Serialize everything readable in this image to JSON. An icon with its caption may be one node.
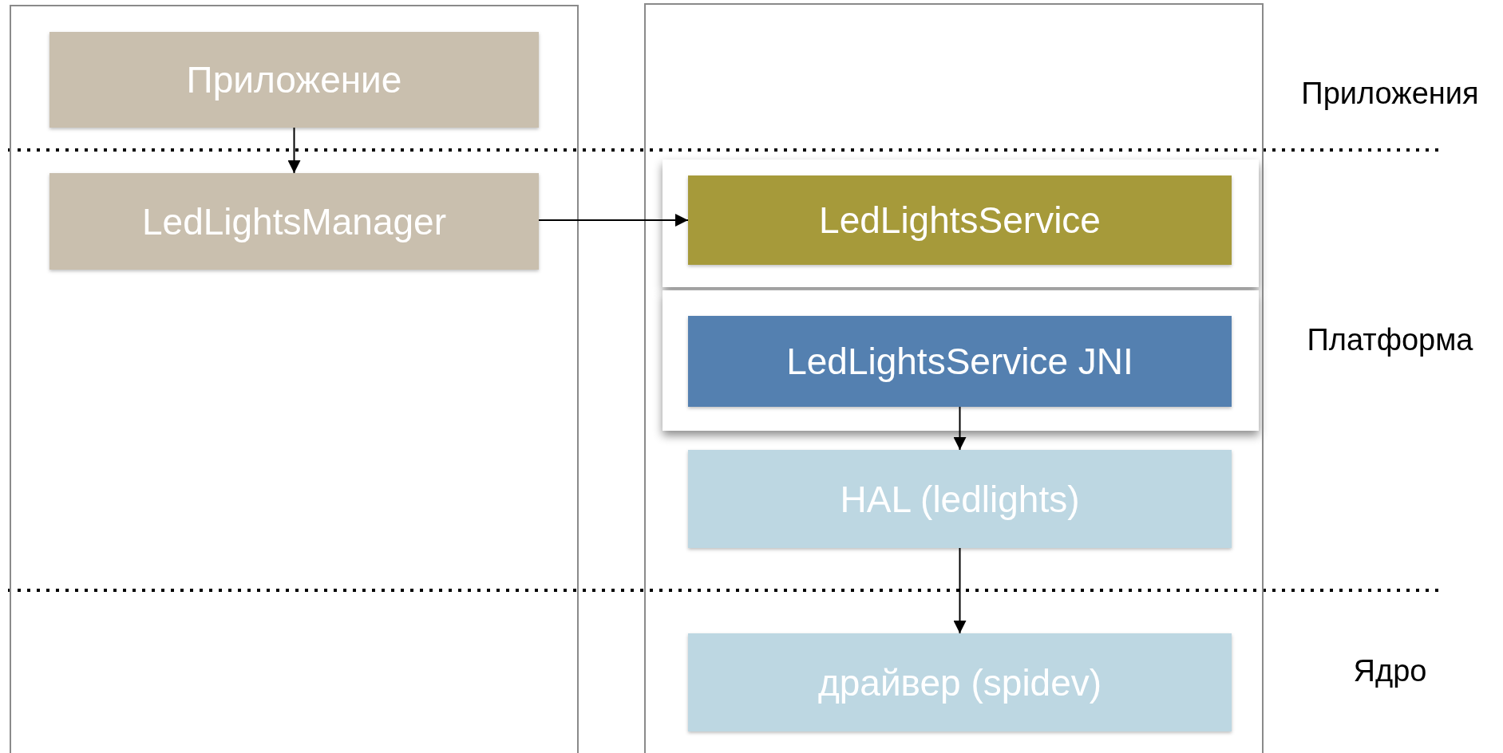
{
  "diagram": {
    "nodes": [
      {
        "text": [],
        "shape": "box"
      },
      {
        "text": [],
        "shape": "box"
      },
      {
        "text": [
          "Приложение"
        ],
        "in": 0
      },
      {
        "text": [
          "LedLightsManager"
        ],
        "in": 0
      },
      {
        "text": [
          "LedLightsService"
        ],
        "in": 1
      },
      {
        "text": [
          "LedLightsService JNI"
        ],
        "in": 1
      },
      {
        "text": [
          "HAL (ledlights)"
        ],
        "in": 1
      },
      {
        "text": [
          "драйвер (spidev)"
        ],
        "in": 1
      }
    ],
    "edges": [
      {
        "from": 2,
        "to": 3,
        "arrow": "to"
      },
      {
        "from": 3,
        "to": 4,
        "arrow": "to"
      },
      {
        "from": 5,
        "to": 6,
        "arrow": "to"
      },
      {
        "from": 6,
        "to": 7,
        "arrow": "to"
      }
    ],
    "labels": [
      "Приложения",
      "Платформа",
      "Ядро"
    ]
  }
}
